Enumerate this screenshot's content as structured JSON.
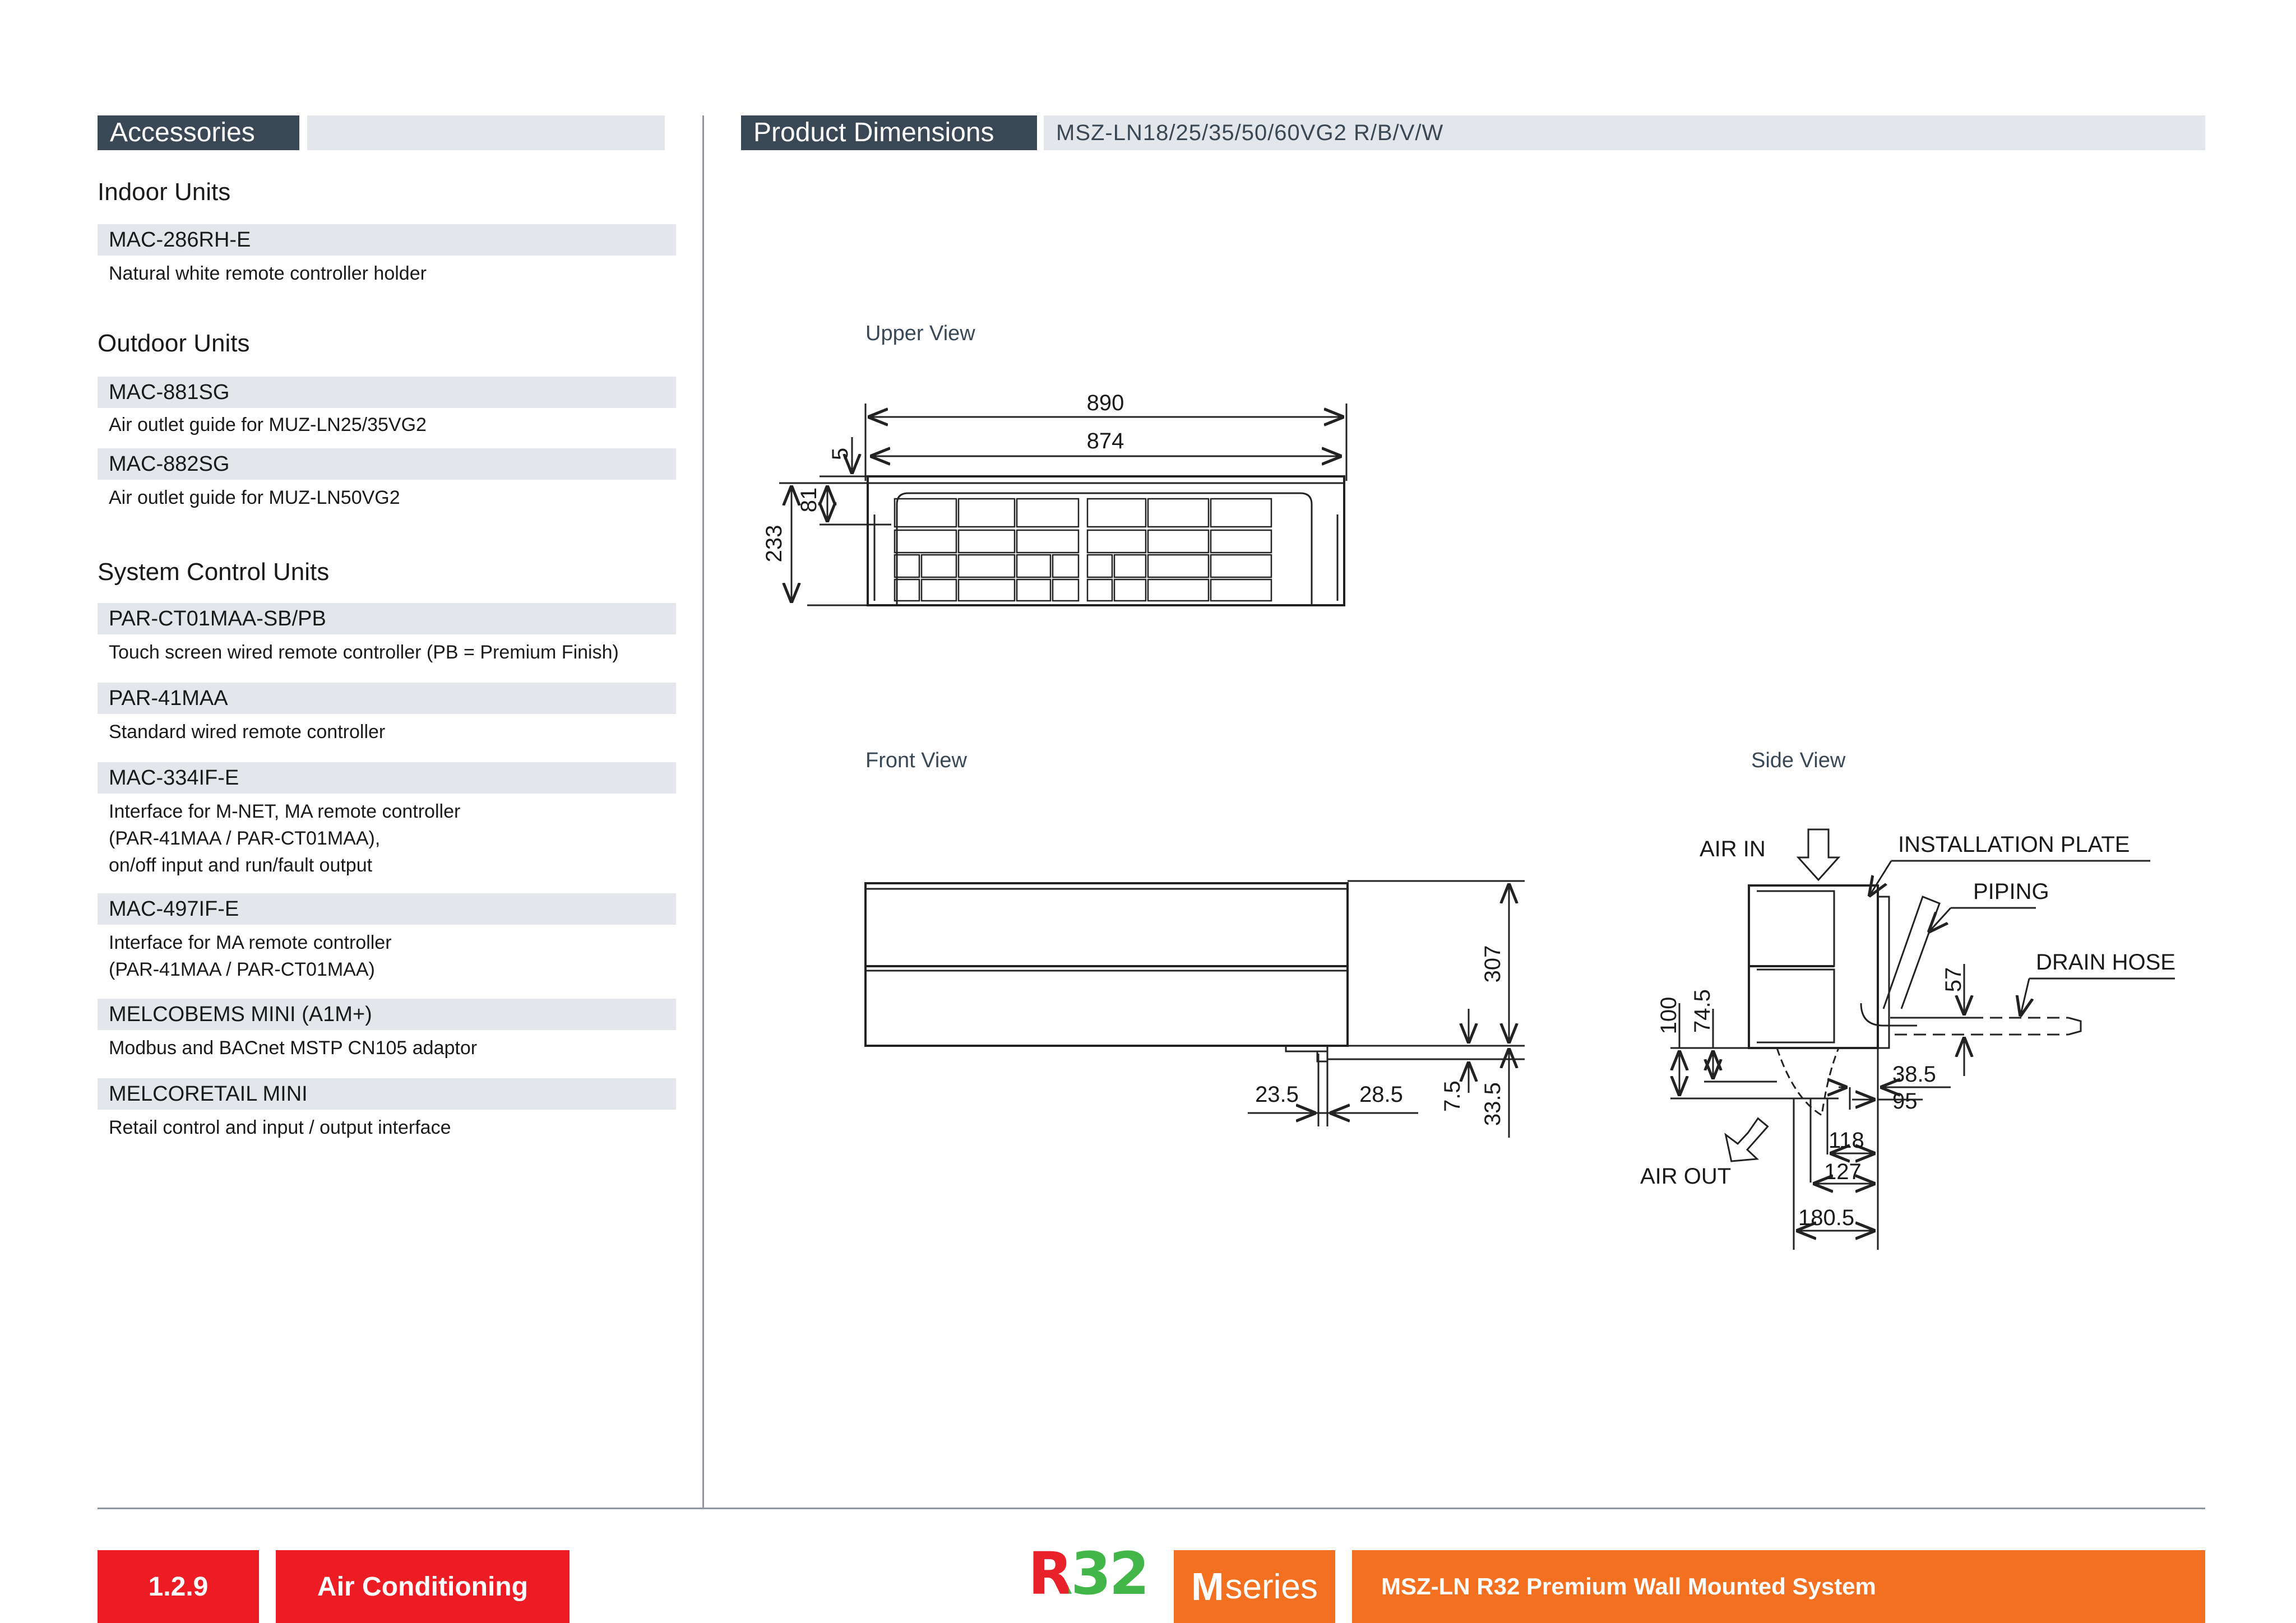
{
  "accessories": {
    "title": "Accessories",
    "groups": [
      {
        "heading": "Indoor Units",
        "items": [
          {
            "code": "MAC-286RH-E",
            "desc": "Natural white remote controller holder"
          }
        ]
      },
      {
        "heading": "Outdoor Units",
        "items": [
          {
            "code": "MAC-881SG",
            "desc": "Air outlet guide for MUZ-LN25/35VG2"
          },
          {
            "code": "MAC-882SG",
            "desc": "Air outlet guide for MUZ-LN50VG2"
          }
        ]
      },
      {
        "heading": "System Control Units",
        "items": [
          {
            "code": "PAR-CT01MAA-SB/PB",
            "desc": "Touch screen wired remote controller (PB = Premium Finish)"
          },
          {
            "code": "PAR-41MAA",
            "desc": "Standard wired remote controller"
          },
          {
            "code": "MAC-334IF-E",
            "desc": "Interface for M-NET, MA remote controller\n(PAR-41MAA / PAR-CT01MAA),\non/off input and run/fault output"
          },
          {
            "code": "MAC-497IF-E",
            "desc": "Interface for MA remote controller\n(PAR-41MAA / PAR-CT01MAA)"
          },
          {
            "code": "MELCOBEMS MINI (A1M+)",
            "desc": "Modbus and BACnet MSTP CN105 adaptor"
          },
          {
            "code": "MELCORETAIL MINI",
            "desc": "Retail control and input / output interface"
          }
        ]
      }
    ]
  },
  "dimensions": {
    "title": "Product Dimensions",
    "model": "MSZ-LN18/25/35/50/60VG2 R/B/V/W",
    "upper_view": {
      "label": "Upper View",
      "width_outer": "890",
      "width_inner": "874",
      "top_gap": "5",
      "depth_front": "81",
      "depth_total": "233"
    },
    "front_view": {
      "label": "Front View",
      "height": "307",
      "left_offset": "23.5",
      "right_offset": "28.5",
      "bottom_small": "7.5",
      "bottom_total": "33.5"
    },
    "side_view": {
      "label": "Side View",
      "air_in": "AIR IN",
      "air_out": "AIR OUT",
      "installation_plate": "INSTALLATION PLATE",
      "piping": "PIPING",
      "drain_hose": "DRAIN HOSE",
      "d100": "100",
      "d74_5": "74.5",
      "d57": "57",
      "d38_5": "38.5",
      "d95": "95",
      "d118": "118",
      "d127": "127",
      "d180_5": "180.5"
    }
  },
  "footer": {
    "page_number": "1.2.9",
    "section": "Air Conditioning",
    "r32_logo": "R32",
    "mseries_m": "M",
    "mseries_word": "series",
    "product_title": "MSZ-LN R32 Premium Wall Mounted System"
  },
  "colors": {
    "title_bar": "#3a4856",
    "title_bar_light": "#e3e6ea",
    "footer_red": "#ed1c24",
    "footer_orange": "#f37021",
    "r32_red": "#e8212b",
    "r32_green": "#43b649"
  }
}
